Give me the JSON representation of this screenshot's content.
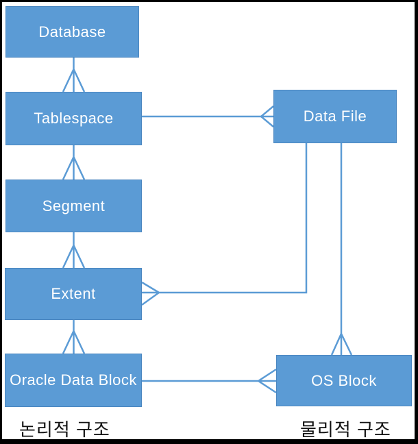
{
  "diagram": {
    "type": "entity-relationship",
    "subject": "Oracle database storage structure",
    "nodes": {
      "database": {
        "label": "Database"
      },
      "tablespace": {
        "label": "Tablespace"
      },
      "segment": {
        "label": "Segment"
      },
      "extent": {
        "label": "Extent"
      },
      "oracle_data_block": {
        "label": "Oracle Data Block"
      },
      "data_file": {
        "label": "Data File"
      },
      "os_block": {
        "label": "OS Block"
      }
    },
    "sections": {
      "logical": {
        "label": "논리적 구조"
      },
      "physical": {
        "label": "물리적 구조"
      }
    },
    "relationships": [
      {
        "from": "Database",
        "to": "Tablespace",
        "cardinality": "one-to-many",
        "notation": "crow-foot at Tablespace"
      },
      {
        "from": "Tablespace",
        "to": "Segment",
        "cardinality": "one-to-many",
        "notation": "crow-foot at Segment"
      },
      {
        "from": "Segment",
        "to": "Extent",
        "cardinality": "one-to-many",
        "notation": "crow-foot at Extent"
      },
      {
        "from": "Extent",
        "to": "Oracle Data Block",
        "cardinality": "one-to-many",
        "notation": "crow-foot at Oracle Data Block"
      },
      {
        "from": "Tablespace",
        "to": "Data File",
        "cardinality": "one-to-many",
        "notation": "crow-foot at Data File"
      },
      {
        "from": "Data File",
        "to": "Extent",
        "cardinality": "one-to-many",
        "notation": "crow-foot at Extent right edge"
      },
      {
        "from": "Data File",
        "to": "OS Block",
        "cardinality": "one-to-many",
        "notation": "crow-foot at OS Block top"
      },
      {
        "from": "Oracle Data Block",
        "to": "OS Block",
        "cardinality": "one-to-many",
        "notation": "crow-foot at OS Block left edge"
      }
    ],
    "colors": {
      "node_fill": "#5b9bd5",
      "node_border": "#4a86c0",
      "connector": "#5b9bd5",
      "node_text": "#ffffff",
      "section_text": "#111111",
      "frame_border": "#000000",
      "background": "#ffffff"
    }
  }
}
